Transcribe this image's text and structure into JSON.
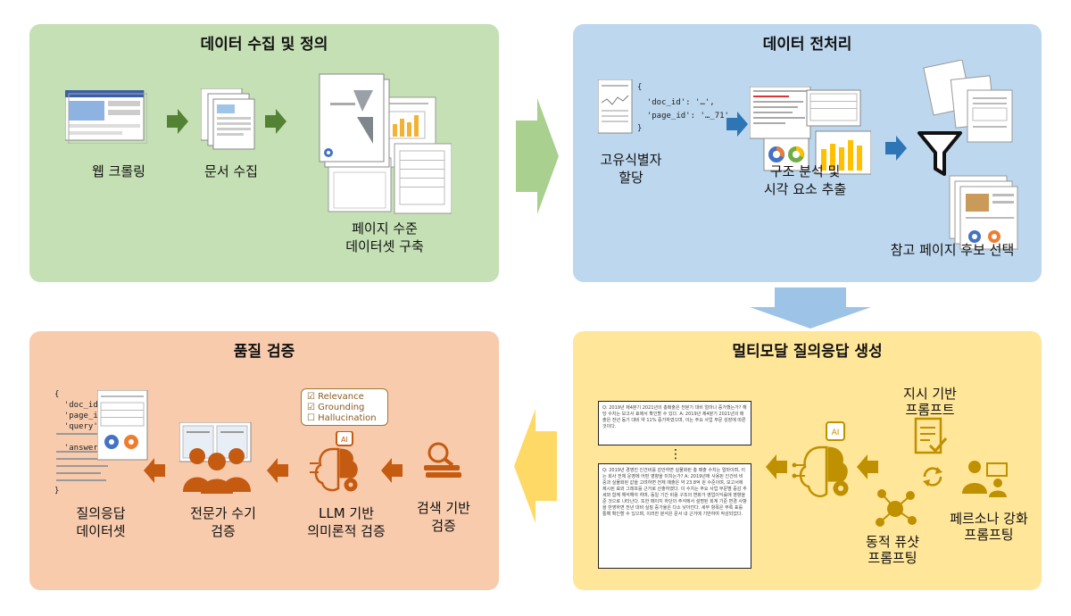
{
  "panels": {
    "collect": {
      "title": "데이터 수집 및 정의",
      "web_crawling": "웹 크롤링",
      "doc_collect": "문서 수집",
      "page_dataset_l1": "페이지 수준",
      "page_dataset_l2": "데이터셋 구축"
    },
    "preprocess": {
      "title": "데이터 전처리",
      "uid_l1": "고유식별자",
      "uid_l2": "할당",
      "struct_l1": "구조 분석 및",
      "struct_l2": "시각 요소 추출",
      "select": "참고 페이지 후보 선택",
      "code_l1": "{",
      "code_l2": "  'doc_id': '…',",
      "code_l3": "  'page_id': '…_71'",
      "code_l4": "}"
    },
    "generate": {
      "title": "멀티모달 질의응답 생성",
      "instr_l1": "지시 기반",
      "instr_l2": "프롬프트",
      "fewshot_l1": "동적 퓨샷",
      "fewshot_l2": "프롬프팅",
      "persona_l1": "페르소나 강화",
      "persona_l2": "프롬프팅",
      "ellipsis": "⋮"
    },
    "quality": {
      "title": "품질 검증",
      "search_l1": "검색 기반",
      "search_l2": "검증",
      "llm_l1": "LLM 기반",
      "llm_l2": "의미론적 검증",
      "expert_l1": "전문가 수기",
      "expert_l2": "검증",
      "qa_l1": "질의응답",
      "qa_l2": "데이터셋",
      "checks": [
        "Relevance",
        "Grounding",
        "Hallucination"
      ],
      "check_marks": [
        "☑",
        "☑",
        "☐"
      ],
      "json_l1": "{",
      "json_l2": "  'doc_id':",
      "json_l3": "  'page_id'",
      "json_l4": "  'query': '2",
      "json_l5": "  'answer':",
      "json_l6": "}"
    }
  },
  "colors": {
    "green_panel": "#c5e0b4",
    "blue_panel": "#bdd7ee",
    "yellow_panel": "#ffe699",
    "orange_panel": "#f8cbad",
    "green_arrow": "#548235",
    "blue_arrow": "#2e75b6",
    "yellow_arrow": "#bf9000",
    "orange_arrow": "#c55a11"
  }
}
